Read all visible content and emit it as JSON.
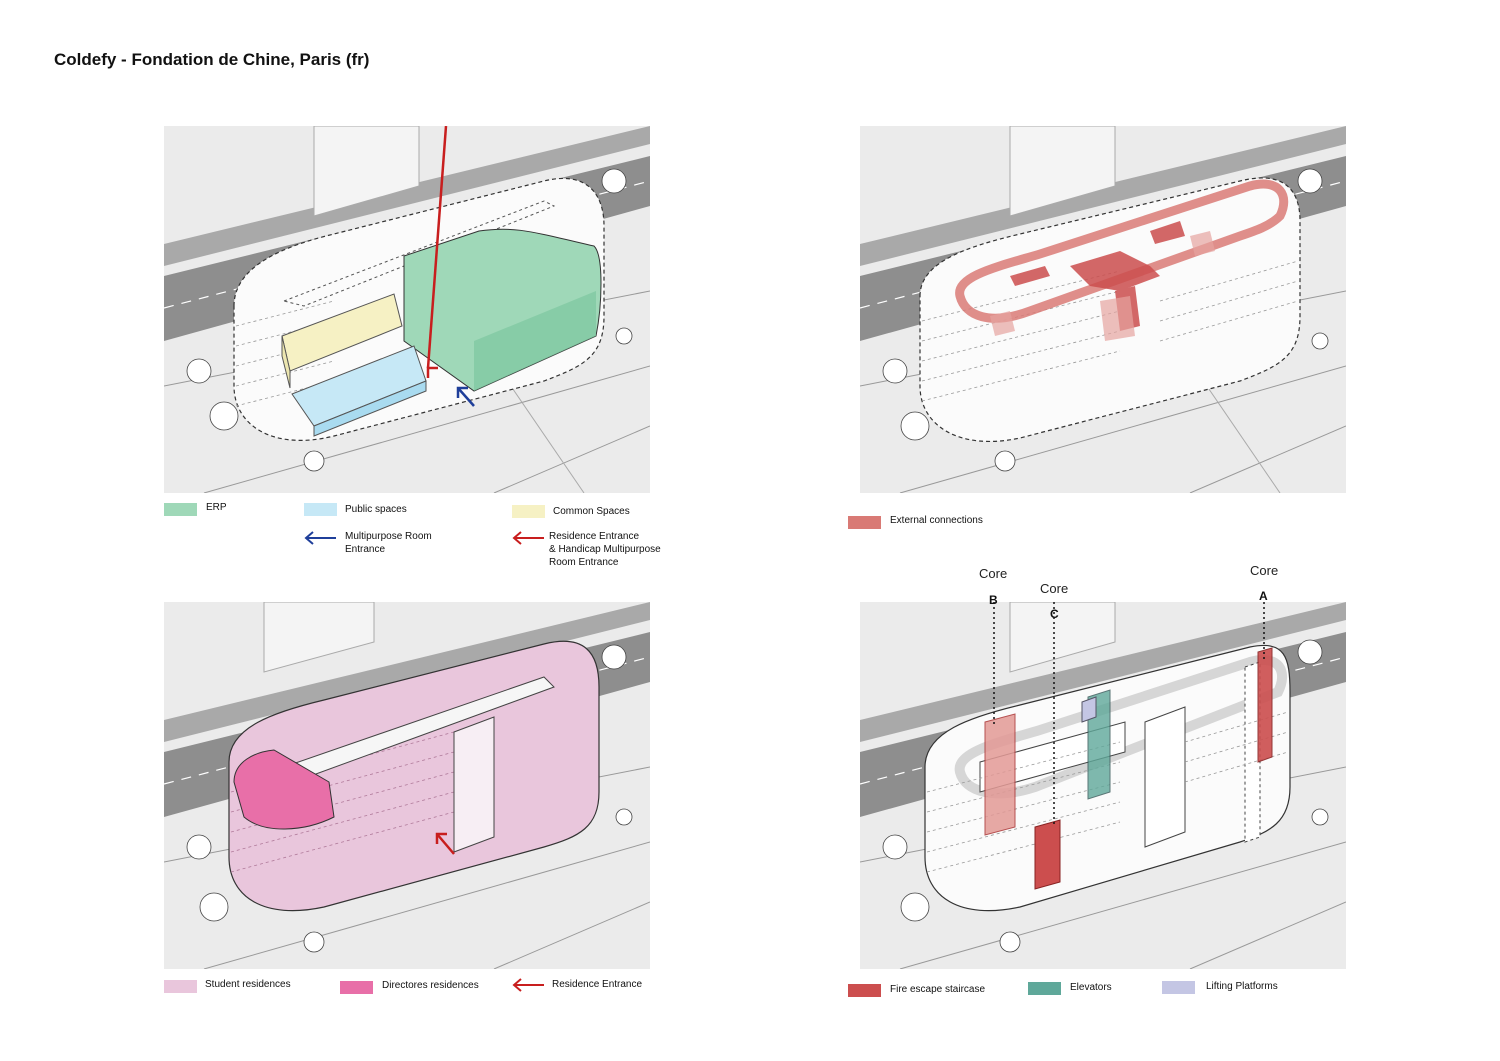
{
  "title": "Coldefy - Fondation de Chine, Paris (fr)",
  "panels": {
    "p1": {
      "legend": {
        "erp": "ERP",
        "public": "Public spaces",
        "common": "Common Spaces",
        "multipurpose_entrance": "Multipurpose Room\nEntrance",
        "residence_entrance": "Residence Entrance\n& Handicap Multipurpose\nRoom Entrance"
      }
    },
    "p2": {
      "legend": {
        "external": "External connections"
      }
    },
    "p3": {
      "legend": {
        "student": "Student residences",
        "directors": "Directores residences",
        "residence_entrance": "Residence Entrance"
      }
    },
    "p4": {
      "cores": [
        {
          "label": "Core",
          "letter": "B"
        },
        {
          "label": "Core",
          "letter": "C"
        },
        {
          "label": "Core",
          "letter": "A"
        }
      ],
      "legend": {
        "fire": "Fire escape staircase",
        "elevators": "Elevators",
        "lifting": "Lifting Platforms"
      }
    }
  },
  "colors": {
    "erp": "#9fd8b8",
    "public": "#c6e8f6",
    "common": "#f6f1c4",
    "external": "#d97a75",
    "student": "#e9c6dc",
    "directors": "#e86fa8",
    "fire": "#cc4e4e",
    "elevators": "#5fa89a",
    "lifting": "#c4c6e4",
    "arrow_red": "#c81e1e",
    "arrow_blue": "#1f3f9a"
  }
}
